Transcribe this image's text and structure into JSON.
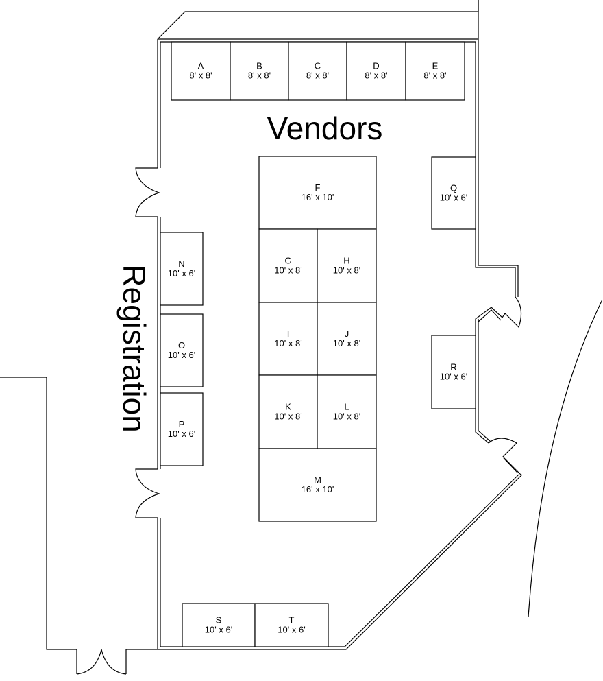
{
  "title": "Vendor Floor Plan",
  "labels": {
    "vendors": "Vendors",
    "registration": "Registration"
  },
  "booths": [
    {
      "id": "A",
      "size": "8' x 8'"
    },
    {
      "id": "B",
      "size": "8' x 8'"
    },
    {
      "id": "C",
      "size": "8' x 8'"
    },
    {
      "id": "D",
      "size": "8' x 8'"
    },
    {
      "id": "E",
      "size": "8' x 8'"
    },
    {
      "id": "F",
      "size": "16' x 10'"
    },
    {
      "id": "G",
      "size": "10' x 8'"
    },
    {
      "id": "H",
      "size": "10' x 8'"
    },
    {
      "id": "I",
      "size": "10' x 8'"
    },
    {
      "id": "J",
      "size": "10' x 8'"
    },
    {
      "id": "K",
      "size": "10' x 8'"
    },
    {
      "id": "L",
      "size": "10' x 8'"
    },
    {
      "id": "M",
      "size": "16' x 10'"
    },
    {
      "id": "N",
      "size": "10' x 6'"
    },
    {
      "id": "O",
      "size": "10' x 6'"
    },
    {
      "id": "P",
      "size": "10' x 6'"
    },
    {
      "id": "Q",
      "size": "10' x 6'"
    },
    {
      "id": "R",
      "size": "10' x 6'"
    },
    {
      "id": "S",
      "size": "10' x 6'"
    },
    {
      "id": "T",
      "size": "10' x 6'"
    }
  ]
}
